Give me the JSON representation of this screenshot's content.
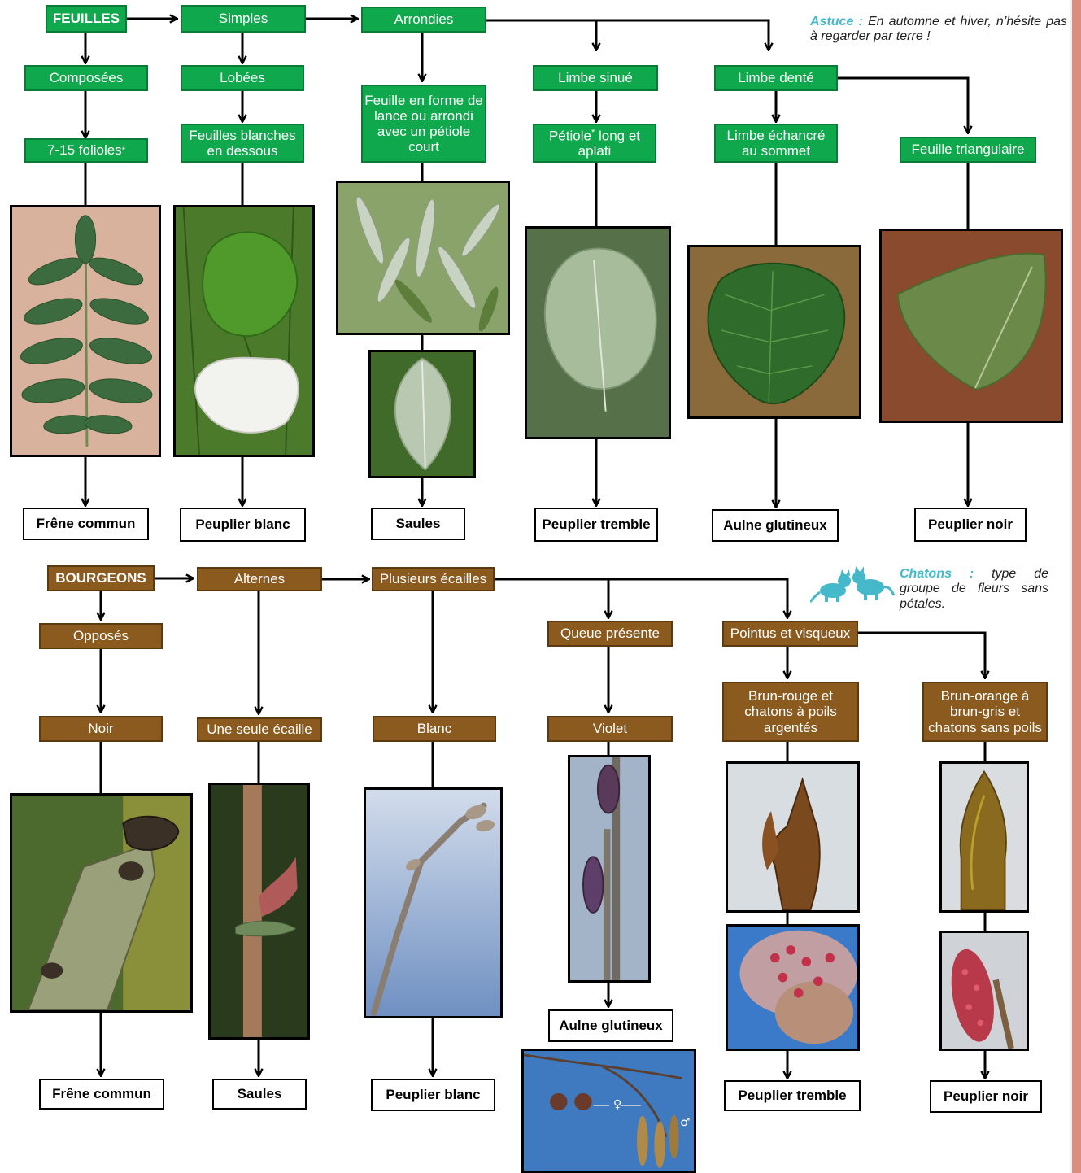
{
  "leaves": {
    "root": "FEUILLES",
    "simples": "Simples",
    "arrondies": "Arrondies",
    "composees": "Composées",
    "lobees": "Lobées",
    "folioles": "7-15 folioles",
    "blanches": "Feuilles blanches en dessous",
    "lance": "Feuille en forme de lance ou arrondi avec un pétiole court",
    "sinue": "Limbe sinué",
    "petiole_a": "Pétiole",
    "petiole_b": "long et aplati",
    "dente": "Limbe denté",
    "echancre": "Limbe échancré au sommet",
    "triangulaire": "Feuille triangulaire",
    "star": "*"
  },
  "leaf_results": {
    "frene": "Frêne commun",
    "peuplier_blanc": "Peuplier blanc",
    "saules": "Saules",
    "tremble": "Peuplier tremble",
    "aulne": "Aulne glutineux",
    "noir": "Peuplier noir"
  },
  "tip": {
    "keyword": "Astuce :",
    "text": "En automne et hiver, n’hésite pas à regarder par terre !"
  },
  "buds": {
    "root": "BOURGEONS",
    "alternes": "Alternes",
    "ecailles": "Plusieurs écailles",
    "opposes": "Opposés",
    "queue": "Queue présente",
    "pointus": "Pointus et visqueux",
    "noir": "Noir",
    "une_ecaille": "Une seule écaille",
    "blanc": "Blanc",
    "violet": "Violet",
    "brun_rouge": "Brun-rouge et chatons à poils argentés",
    "brun_orange": "Brun-orange à brun-gris et chatons sans poils"
  },
  "bud_results": {
    "frene": "Frêne commun",
    "saules": "Saules",
    "peuplier_blanc": "Peuplier blanc",
    "aulne": "Aulne glutineux",
    "tremble": "Peuplier tremble",
    "noir": "Peuplier noir"
  },
  "chatons": {
    "keyword": "Chatons :",
    "text": "type de groupe de fleurs sans pétales."
  },
  "symbols": {
    "female": "♀",
    "male": "♂"
  },
  "colors": {
    "leaf_node": "#10a84c",
    "bud_node": "#8a5a1e",
    "note_keyword": "#45b8c9",
    "sidebar": "#d98e7f"
  }
}
